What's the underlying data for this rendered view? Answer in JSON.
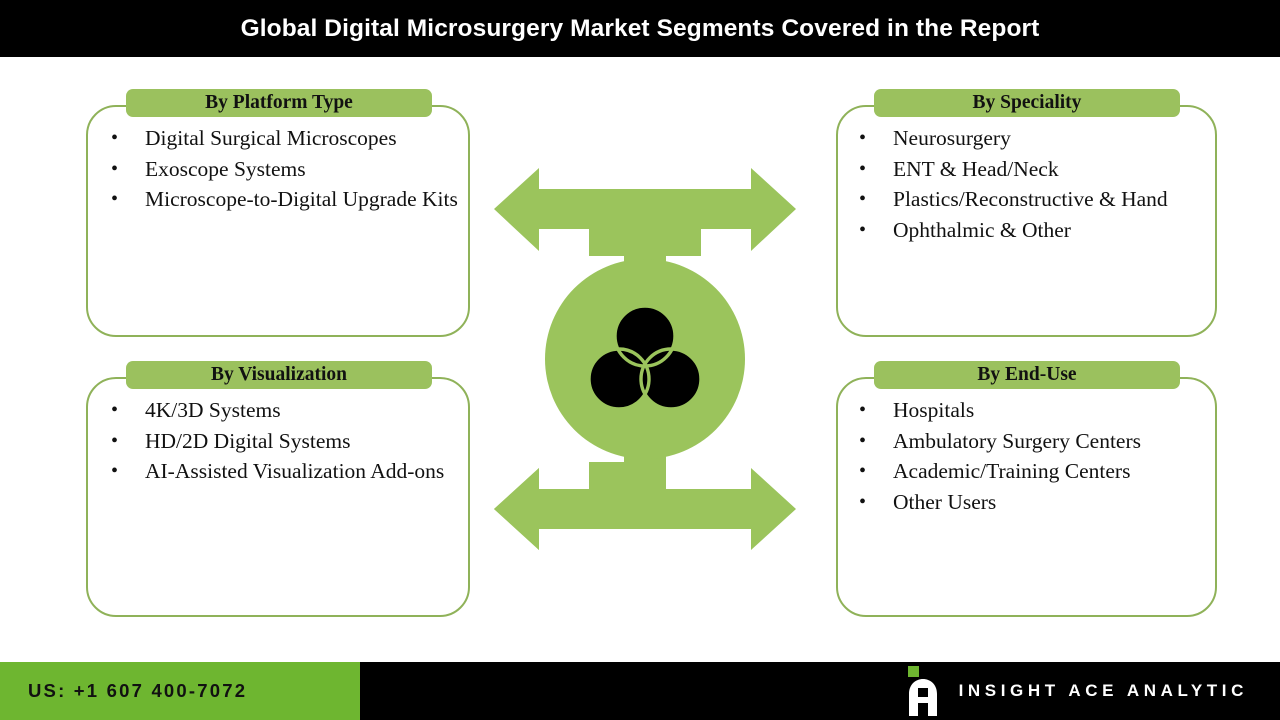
{
  "header": {
    "title": "Global Digital Microsurgery Market Segments Covered in the Report"
  },
  "colors": {
    "header_bar": "#000000",
    "card_border": "#8FB259",
    "pill_green": "#9BC15E",
    "arrow_green": "#9BC45C",
    "footer_green": "#6EB630",
    "footer_black": "#000000",
    "text_dark": "#111111",
    "text_light": "#FFFFFF"
  },
  "cards": {
    "platform_type": {
      "title": "By Platform Type",
      "items": [
        "Digital Surgical Microscopes",
        "Exoscope Systems",
        "Microscope-to-Digital Upgrade Kits"
      ]
    },
    "visualization": {
      "title": "By Visualization",
      "items": [
        "4K/3D Systems",
        "HD/2D Digital Systems",
        "AI-Assisted Visualization Add-ons"
      ]
    },
    "speciality": {
      "title": "By Speciality",
      "items": [
        "Neurosurgery",
        "ENT & Head/Neck",
        "Plastics/Reconstructive & Hand",
        "Ophthalmic & Other"
      ]
    },
    "end_use": {
      "title": "By End-Use",
      "items": [
        "Hospitals",
        "Ambulatory Surgery Centers",
        "Academic/Training Centers",
        "Other Users"
      ]
    }
  },
  "hub": {
    "center_icon": "venn-three-circles-icon",
    "top_arrow_icon": "double-arrow-horizontal-icon",
    "bottom_arrow_icon": "double-arrow-horizontal-icon"
  },
  "footer": {
    "phone": "US: +1 607 400-7072",
    "brand": "INSIGHT ACE ANALYTIC",
    "logo_icon": "insight-ace-a-logo-icon"
  }
}
